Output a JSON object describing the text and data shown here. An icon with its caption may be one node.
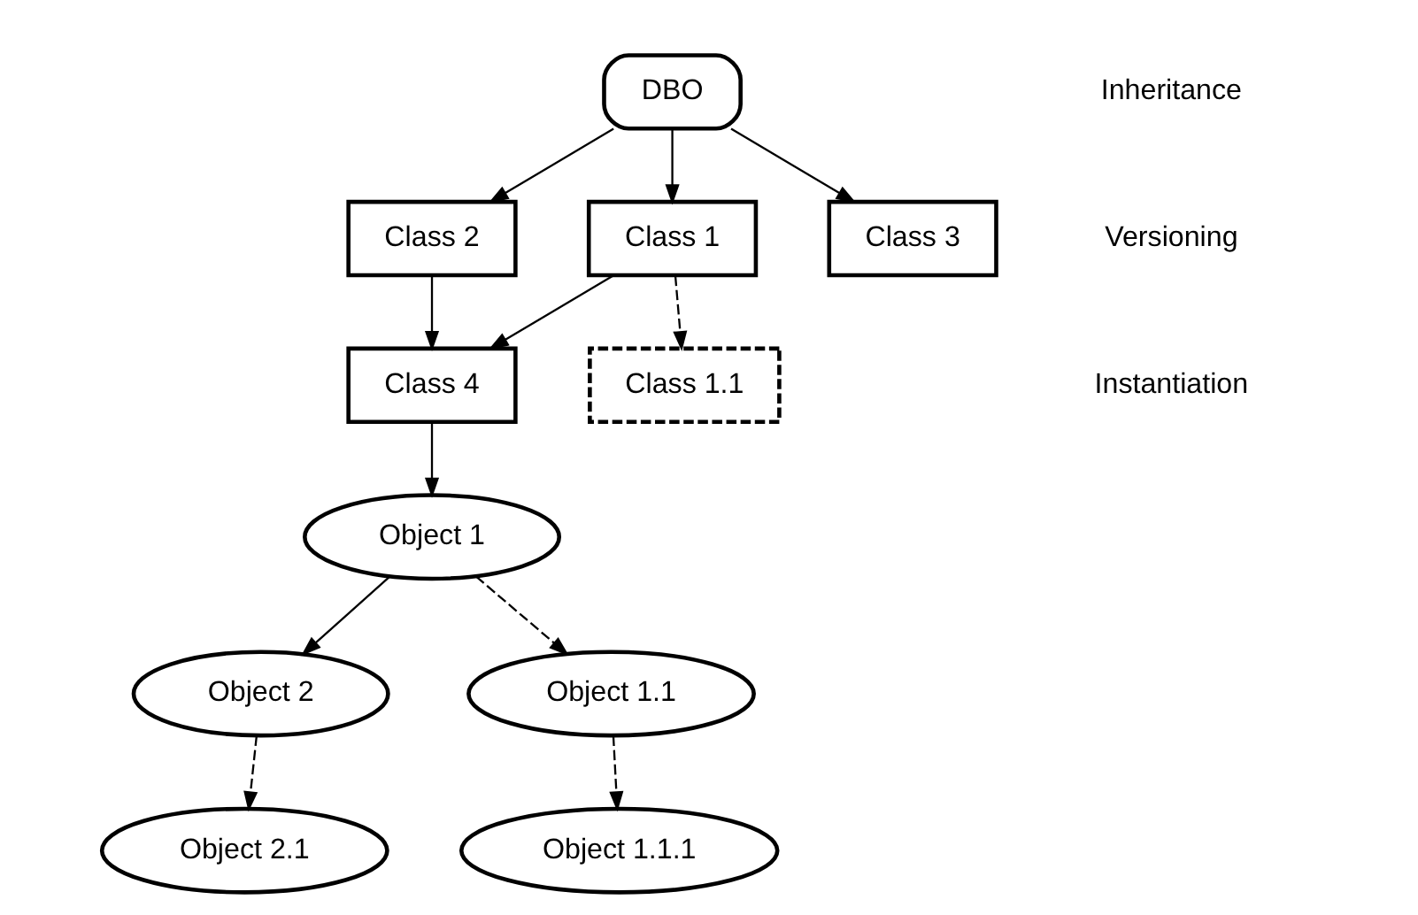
{
  "diagram": {
    "nodes": [
      {
        "text": [
          "DBO"
        ]
      },
      {
        "text": [
          "Class 1"
        ]
      },
      {
        "text": [
          "Class 2"
        ]
      },
      {
        "text": [
          "Class 3"
        ]
      },
      {
        "text": [
          "Class 4"
        ]
      },
      {
        "text": [
          "Object 1"
        ]
      },
      {
        "text": [
          "Object 2"
        ]
      },
      {
        "text": [
          "Class 1.1"
        ]
      },
      {
        "text": [
          "Object 1.1"
        ]
      },
      {
        "text": [
          "Object 2.1"
        ]
      },
      {
        "text": [
          "Object 1.1.1"
        ]
      }
    ],
    "edges": [
      {
        "from": 0,
        "to": 1,
        "arrow": "to"
      },
      {
        "from": 0,
        "to": 2,
        "arrow": "to"
      },
      {
        "from": 0,
        "to": 3,
        "arrow": "to"
      },
      {
        "from": 1,
        "to": 4,
        "arrow": "to"
      },
      {
        "from": 2,
        "to": 4,
        "arrow": "to"
      },
      {
        "from": 1,
        "to": 7,
        "arrow": "to",
        "style": "dashed"
      },
      {
        "from": 4,
        "to": 5,
        "arrow": "to"
      },
      {
        "from": 5,
        "to": 6,
        "arrow": "to"
      },
      {
        "from": 5,
        "to": 8,
        "arrow": "to",
        "style": "dashed"
      },
      {
        "from": 8,
        "to": 10,
        "arrow": "to",
        "style": "dashed"
      },
      {
        "from": 6,
        "to": 9,
        "arrow": "to",
        "style": "dashed"
      }
    ],
    "legend": [
      {
        "text": "Inheritance"
      },
      {
        "text": "Versioning"
      },
      {
        "text": "Instantiation"
      }
    ]
  }
}
